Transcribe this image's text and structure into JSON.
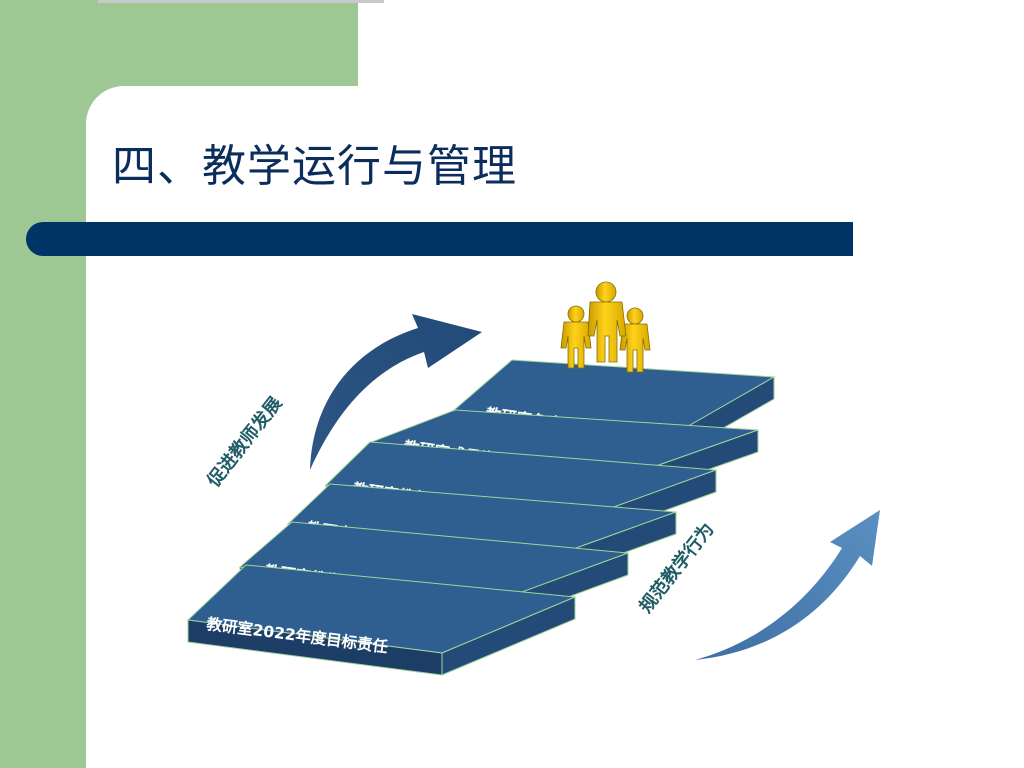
{
  "slide": {
    "title": "四、教学运行与管理"
  },
  "steps": [
    "教研室2022年度目标责任",
    "教研室教学竞赛参与办法",
    "教研室同行评教听评课办法",
    "教研室教师进修培养方案",
    "教研室成员岗位职责",
    "教研室负责人工作职责"
  ],
  "side_labels": {
    "left": "促进教师发展",
    "right": "规范教学行为"
  },
  "icons": {
    "top": "people-group-icon",
    "left_arrow": "curved-arrow-up-right-icon",
    "right_arrow": "curved-arrow-up-right-icon"
  },
  "colors": {
    "background": "#ffffff",
    "side_green": "#9dc894",
    "title_text": "#0b2d5c",
    "title_bar": "#003366",
    "step_top": "#2f5f90",
    "step_front": "#1c3e66",
    "step_edge": "#9fd39a",
    "people": "#f2c000",
    "left_arrow": "#2d5683",
    "right_arrow": "#4a78a8",
    "side_label_text": "#1f5c66"
  }
}
